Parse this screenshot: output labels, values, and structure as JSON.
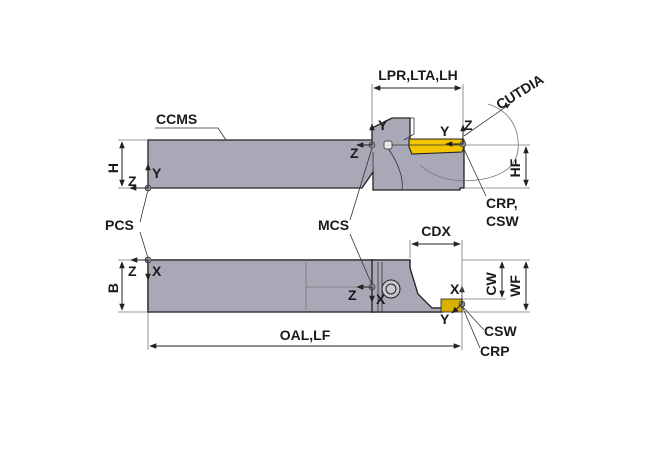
{
  "labels": {
    "ccms": "CCMS",
    "lpr_lta_lh": "LPR,LTA,LH",
    "cutdia": "CUTDIA",
    "h": "H",
    "hf": "HF",
    "pcs": "PCS",
    "mcs": "MCS",
    "crp_csw_top": "CRP,",
    "crp_csw_bottom": "CSW",
    "cdx": "CDX",
    "b": "B",
    "cw": "CW",
    "wf": "WF",
    "oal_lf": "OAL,LF",
    "csw": "CSW",
    "crp": "CRP"
  },
  "axes": {
    "x": "X",
    "y": "Y",
    "z": "Z"
  },
  "colors": {
    "holder_body": "#a9a8b6",
    "insert": "#f2c500",
    "outline": "#222222"
  }
}
